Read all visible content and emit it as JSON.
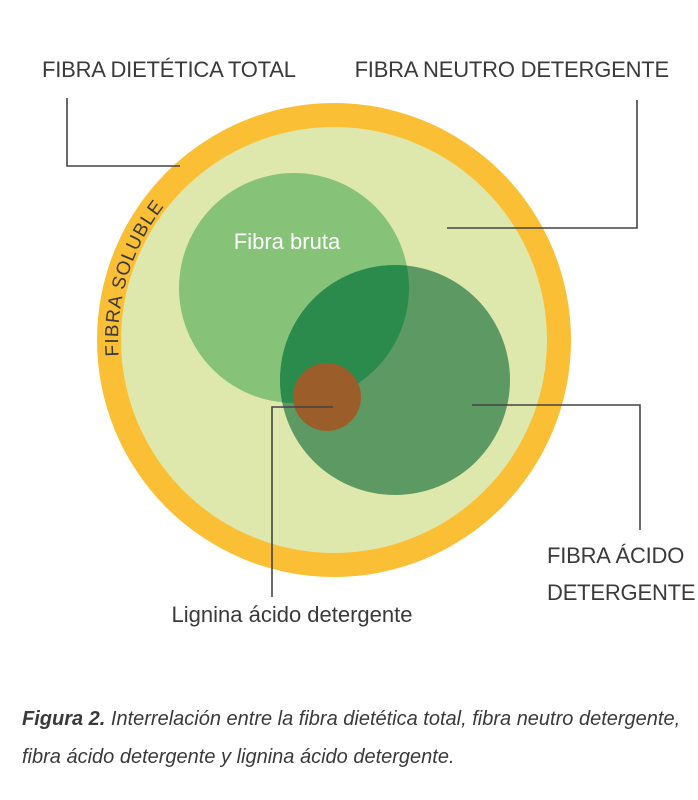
{
  "labels": {
    "total": "FIBRA DIETÉTICA TOTAL",
    "neutral": "FIBRA NEUTRO DETERGENTE",
    "soluble": "FIBRA SOLUBLE",
    "crude": "Fibra bruta",
    "acid_line1": "FIBRA ÁCIDO",
    "acid_line2": "DETERGENTE",
    "lignin": "Lignina ácido detergente"
  },
  "caption": {
    "label": "Figura 2.",
    "text": " Interrelación entre la fibra dietética total, fibra neutro detergente, fibra ácido detergente y lignina ácido detergente."
  },
  "colors": {
    "outer_ring": "#fbbf35",
    "inner_fill": "#dfe8ac",
    "crude_circle": "#86c378",
    "acid_circle": "#5d9a63",
    "overlap": "#2b8b4c",
    "lignin": "#9b5e2b",
    "text": "#3a3a3a"
  }
}
